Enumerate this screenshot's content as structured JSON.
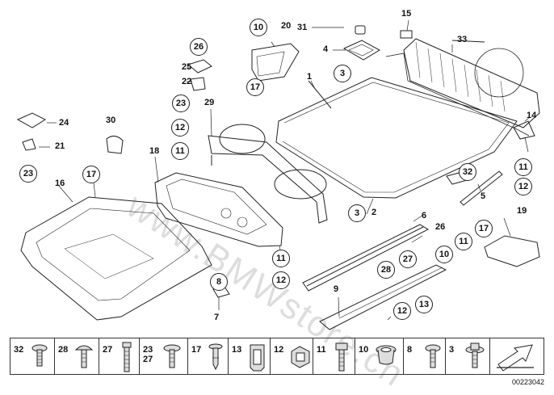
{
  "watermark": "www.BMWstore.cn",
  "doc_number": "00223042",
  "callouts": {
    "c10a": "10",
    "c17a": "17",
    "c20": "20",
    "c31": "31",
    "c4": "4",
    "c3a": "3",
    "c15": "15",
    "c33": "33",
    "c1": "1",
    "c26a": "26",
    "c25": "25",
    "c22": "22",
    "c23a": "23",
    "c29": "29",
    "c12a": "12",
    "c24": "24",
    "c30": "30",
    "c21": "21",
    "c23b": "23",
    "c18": "18",
    "c11a": "11",
    "c16": "16",
    "c17b": "17",
    "c8": "8",
    "c7": "7",
    "c11b": "11",
    "c12b": "12",
    "c14": "14",
    "c11c": "11",
    "c12c": "12",
    "c32": "32",
    "c5": "5",
    "c3b": "3",
    "c2": "2",
    "c6": "6",
    "c26b": "26",
    "c11d": "11",
    "c10b": "10",
    "c27": "27",
    "c28": "28",
    "c9": "9",
    "c12d": "12",
    "c13": "13",
    "c17c": "17",
    "c19": "19"
  },
  "strip": [
    {
      "num": "32",
      "icon": "flat-head-screw-icon"
    },
    {
      "num": "28",
      "icon": "pan-head-bolt-icon"
    },
    {
      "num": "27",
      "icon": "long-screw-icon"
    },
    {
      "num": "23\n27",
      "icon": "flange-screw-icon"
    },
    {
      "num": "17",
      "icon": "expanding-rivet-icon"
    },
    {
      "num": "13",
      "icon": "spring-clip-icon"
    },
    {
      "num": "12",
      "icon": "plastic-nut-icon"
    },
    {
      "num": "11",
      "icon": "hex-bolt-icon"
    },
    {
      "num": "10",
      "icon": "plug-grommet-icon"
    },
    {
      "num": "8",
      "icon": "torx-screw-icon"
    },
    {
      "num": "3",
      "icon": "flange-bolt-icon"
    },
    {
      "num": "",
      "icon": "arrow-icon"
    }
  ]
}
